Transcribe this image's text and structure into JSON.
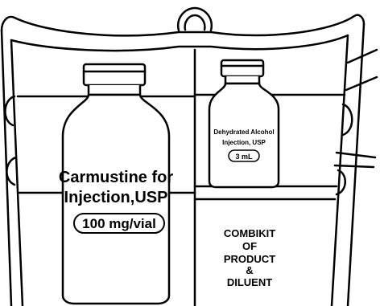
{
  "large_vial": {
    "name_line1": "Carmustine for",
    "name_line2": "Injection,USP",
    "strength": "100 mg/vial"
  },
  "small_vial": {
    "name_line1": "Dehydrated Alcohol",
    "name_line2": "Injection, USP",
    "volume": "3 mL"
  },
  "caption": {
    "line1": "COMBIKIT",
    "line2": "OF",
    "line3": "PRODUCT",
    "line4": "&",
    "line5": "DILUENT"
  },
  "colors": {
    "stroke": "#000000",
    "fill": "#ffffff"
  }
}
